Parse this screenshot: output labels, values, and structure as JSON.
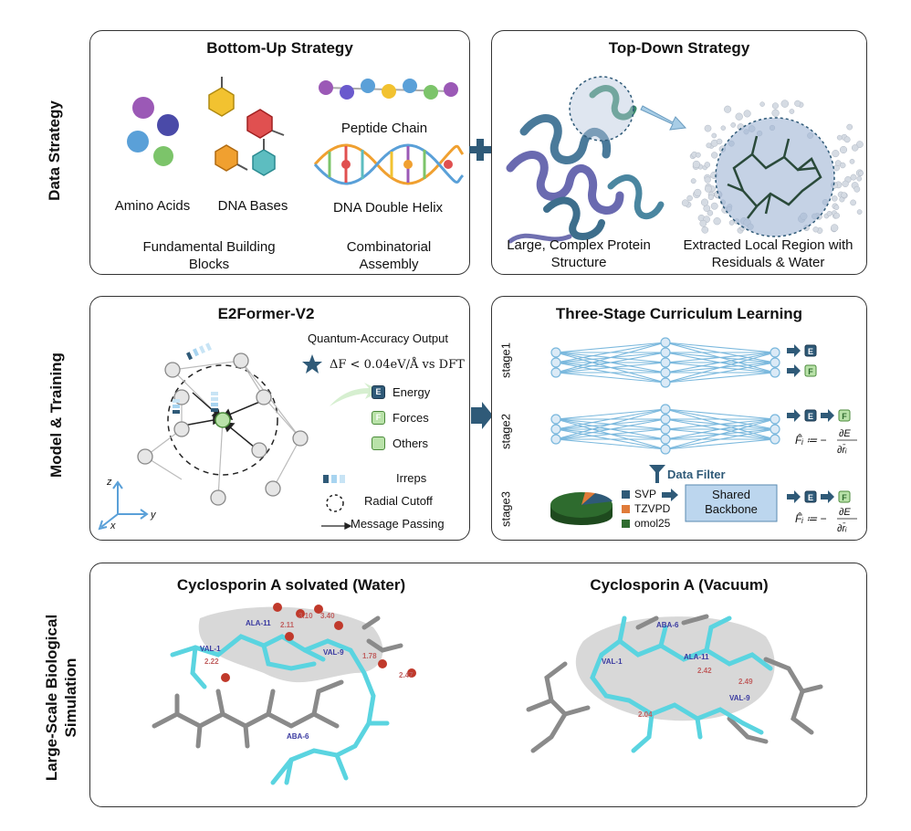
{
  "rows": {
    "data_strategy": "Data Strategy",
    "model_training": "Model & Training",
    "simulation_line1": "Large-Scale Biological",
    "simulation_line2": "Simulation"
  },
  "bottom_up": {
    "title": "Bottom-Up Strategy",
    "amino_acids": "Amino Acids",
    "dna_bases": "DNA Bases",
    "peptide_chain": "Peptide Chain",
    "dna_helix": "DNA  Double Helix",
    "fundamental_line1": "Fundamental Building",
    "fundamental_line2": "Blocks",
    "combinatorial_line1": "Combinatorial",
    "combinatorial_line2": "Assembly"
  },
  "top_down": {
    "title": "Top-Down Strategy",
    "protein_line1": "Large, Complex Protein",
    "protein_line2": "Structure",
    "extract_line1": "Extracted Local Region with",
    "extract_line2": "Residuals & Water"
  },
  "e2former": {
    "title": "E2Former-V2",
    "output_title": "Quantum-Accuracy Output",
    "accuracy": "ΔF < 0.04eV/Å vs DFT",
    "outputs": [
      {
        "badge": "E",
        "label": "Energy",
        "color": "#2f5a78"
      },
      {
        "badge": "F",
        "label": "Forces",
        "color": "#b9e2a9"
      },
      {
        "badge": "",
        "label": "Others",
        "color": "#b9e2a9"
      }
    ],
    "legend_irreps": "Irreps",
    "legend_cutoff": "Radial Cutoff",
    "legend_message": "Message Passing",
    "axis_z": "z",
    "axis_x": "x",
    "axis_y": "y"
  },
  "curriculum": {
    "title": "Three-Stage Curriculum Learning",
    "stage1": "stage1",
    "stage2": "stage2",
    "stage3": "stage3",
    "data_filter": "Data Filter",
    "datasets": [
      {
        "label": "SVP",
        "color": "#2f5a78"
      },
      {
        "label": "TZVPD",
        "color": "#e07b39"
      },
      {
        "label": "omol25",
        "color": "#2e6b2e"
      }
    ],
    "backbone_line1": "Shared",
    "backbone_line2": "Backbone",
    "badge_e": "E",
    "badge_f": "F"
  },
  "simulation": {
    "left_title": "Cyclosporin A solvated (Water)",
    "right_title": "Cyclosporin A (Vacuum)",
    "left_residues": [
      "ALA-11",
      "VAL-1",
      "VAL-9",
      "ABA-6"
    ],
    "left_distances": [
      "2.22",
      "2.11",
      "3.10",
      "3.40",
      "1.78",
      "2.47"
    ],
    "right_residues": [
      "ABA-6",
      "VAL-1",
      "ALA-11",
      "VAL-9"
    ],
    "right_distances": [
      "2.04",
      "2.42",
      "2.49"
    ]
  },
  "colors": {
    "accent_blue": "#2f5a78",
    "network_blue": "#7ab8dd",
    "stick_cyan": "#5ad4e0",
    "stick_gray": "#8a8a8a"
  }
}
